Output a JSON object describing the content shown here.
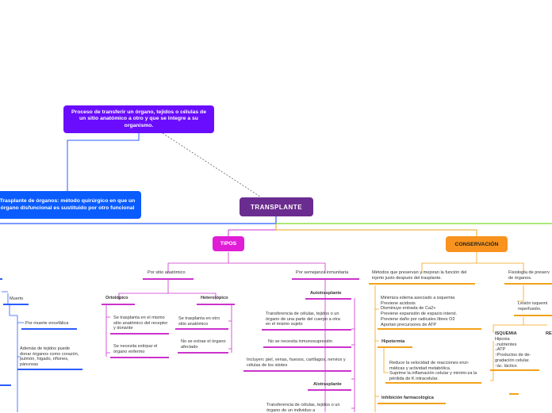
{
  "colors": {
    "purple": "#6b2c8f",
    "violet": "#6a0dff",
    "blue": "#0a5cff",
    "magenta": "#e01ed6",
    "orange": "#f7931e",
    "green": "#8ee04c",
    "pink_line": "#cc33cc",
    "orange_line": "#f2a21a",
    "blue_line": "#2a5cff"
  },
  "central": "TRANSPLANTE",
  "def_box": "Proceso de transferir un órgano, tejidos o células de un sitio anatómico a otro y que se integre a su organismo.",
  "trasplante_box": "Trasplante de órganos: método quirúrgico en que un órgano disfuncional es sustituido por otro funcional",
  "tipos": {
    "label": "TIPOS",
    "sitio": "Por sitio anatómico",
    "ortotopico": "Ortotópico",
    "orto_1": "Se trasplanta en el mismo sitio anatómico del receptor y donante",
    "orto_2": "Se necesita extirpar el órgano enfermo",
    "heterotopico": "Heterotópico",
    "hetero_1": "Se trasplanta en otro sitio anatómico",
    "hetero_2": "No se extrae el órgano afectado",
    "semejanza": "Por semejanza inmunitaria",
    "autotrasplante": "Autotrasplante",
    "auto_1": "Transferencia de células, tejidos o un órgano de una parte del cuerpo a otra en el mismo sujeto",
    "auto_2": "No se necesita inmunosupresión",
    "auto_3": "Incluyen: piel, venas, huesos, cartílagos, nervios y células de los islotes",
    "alotrasplante": "Alotrasplante",
    "alo_1": "Transferencia de células, tejidos o un órgano de un individuo a"
  },
  "left": {
    "muerto": "Muerto",
    "encefalica": "Por muerte encefálica",
    "encefalica_text": "Además de tejidos puede donar órganos como corazón, pulmón, hígado, riñones, páncreas"
  },
  "conservacion": {
    "label": "CONSERVACIÓN",
    "metodos": "Métodos que preservan y mejoran la función del injerto justo después del trasplante.",
    "metodos_list": "Minimiza edema asociado a isquemia\nPreviene acidosis\nDisminuye entrada de Ca2+\nPreviene expansión de espacio interst.\nPreviene daño por radicales libres O2\nAportan precursores de ATP",
    "hipotermia": "Hipotermia",
    "hipo_text": "Reduce la velocidad de reacciones enzi-máticas y actividad metabólica.\nSuprime la inflamación celular y minimi-za la pérdida de K intracelular.",
    "inhibicion": "Inhibición farmacológica",
    "fisiologia": "Fisiología de preserv de órganos.",
    "lesion": "Lesión isquemi reperfusión.",
    "isquemia": "ISQUEMIA",
    "isquemia_list": "Hipoxia\n↓nutrientes\n↓ATP\n↑Productos de de-gradación celular.\n↑ác. láctico",
    "re": "RE"
  }
}
